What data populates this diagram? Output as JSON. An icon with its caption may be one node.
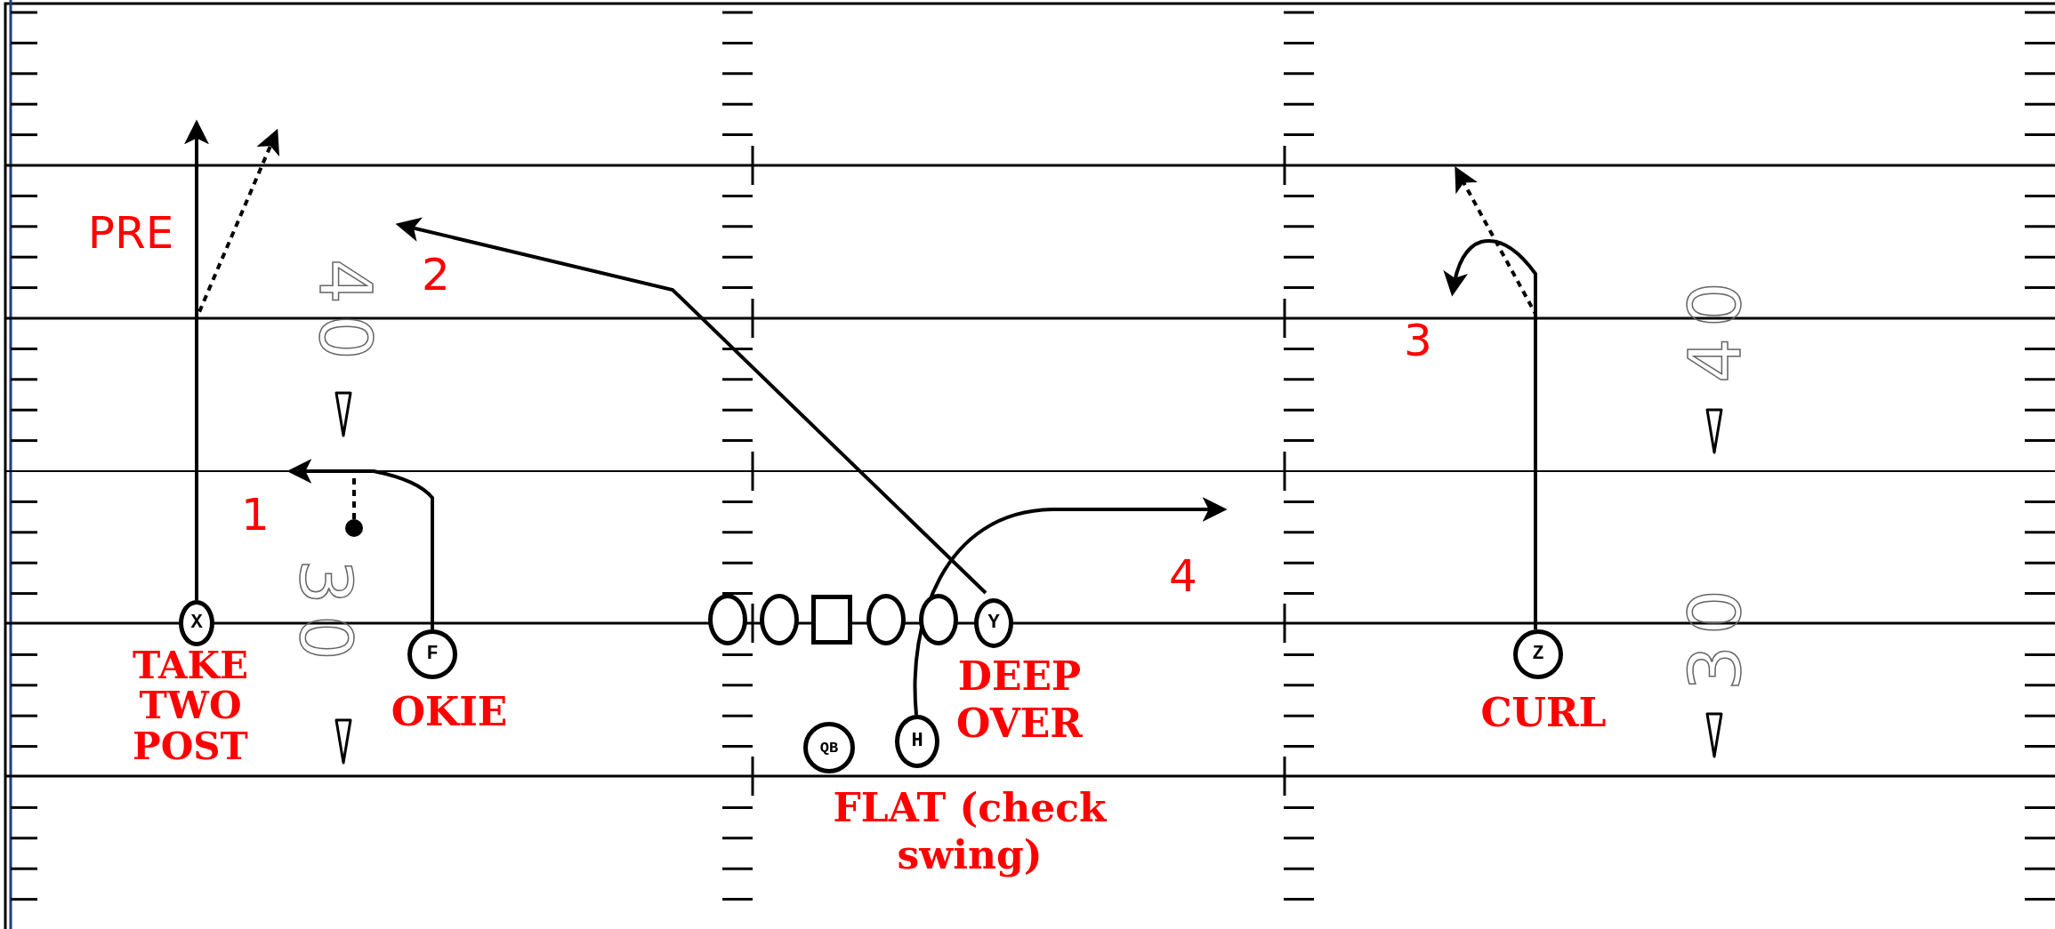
{
  "diagram": {
    "nodes": [
      {
        "text": [
          "X"
        ],
        "beside": [
          "TAKE TWO POST"
        ]
      },
      {
        "text": [
          "F"
        ],
        "beside": [
          "OKIE"
        ]
      },
      {
        "text": [],
        "shape": "circle"
      },
      {
        "text": [],
        "shape": "circle"
      },
      {
        "text": [],
        "shape": "box"
      },
      {
        "text": [],
        "shape": "circle"
      },
      {
        "text": [],
        "shape": "circle"
      },
      {
        "text": [
          "Y"
        ],
        "beside": [
          "DEEP OVER"
        ]
      },
      {
        "text": [
          "QB"
        ]
      },
      {
        "text": [
          "H"
        ],
        "beside": [
          "FLAT (check swing)"
        ]
      },
      {
        "text": [
          "Z"
        ],
        "beside": [
          "CURL"
        ]
      },
      {
        "text": [],
        "shape": "circle"
      }
    ],
    "edges": [
      {
        "from": 0,
        "to": null,
        "arrow": "to"
      },
      {
        "from": 0,
        "to": null,
        "arrow": "to",
        "style": "dashed"
      },
      {
        "from": 1,
        "to": null,
        "arrow": "to"
      },
      {
        "from": 11,
        "to": null,
        "arrow": "none",
        "style": "dashed"
      },
      {
        "from": 7,
        "to": null,
        "arrow": "to"
      },
      {
        "from": 9,
        "to": null,
        "arrow": "to"
      },
      {
        "from": 10,
        "to": null,
        "arrow": "to"
      },
      {
        "from": 10,
        "to": null,
        "arrow": "to",
        "style": "dashed"
      }
    ],
    "labels": [
      "PRE",
      "2",
      "40",
      "3",
      "40",
      "1",
      "4",
      "30",
      "30"
    ]
  }
}
